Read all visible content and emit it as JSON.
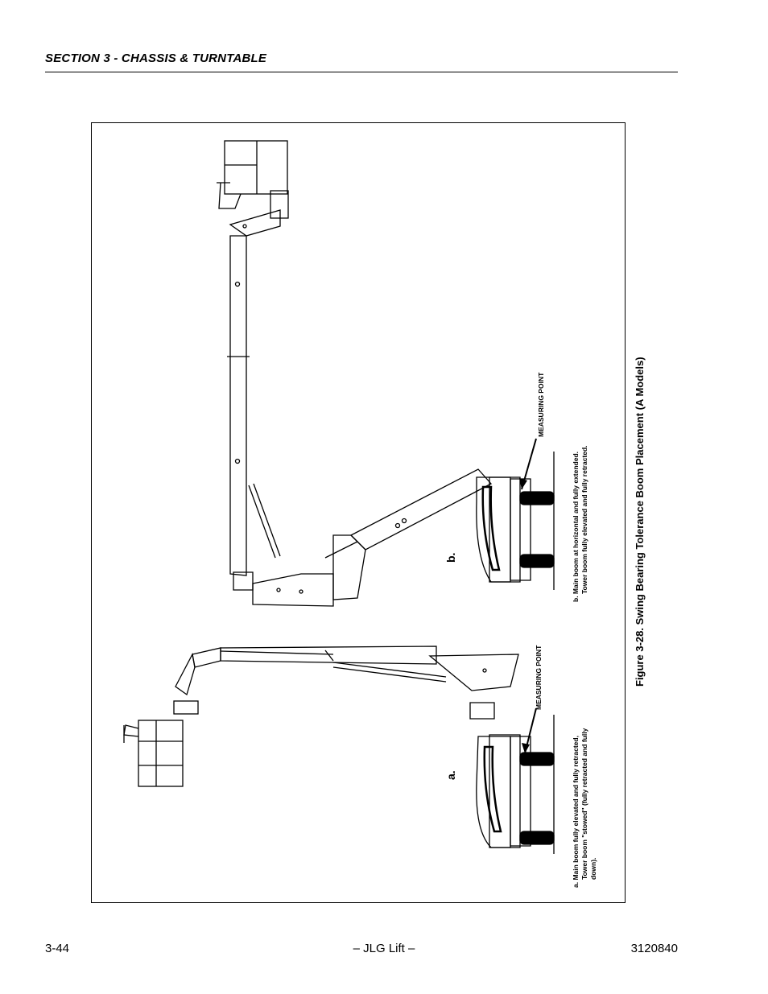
{
  "header": {
    "section_title": "SECTION 3 - CHASSIS & TURNTABLE"
  },
  "figure": {
    "caption": "Figure 3-28.  Swing Bearing Tolerance Boom Placement (A Models)",
    "view_a": {
      "letter": "a.",
      "measuring_point": "MEASURING POINT",
      "note_line1": "a. Main boom fully elevated and fully retracted,",
      "note_line2": "Tower boom \"stowed\" (fully retracted and fully",
      "note_line3": "down)."
    },
    "view_b": {
      "letter": "b.",
      "measuring_point": "MEASURING POINT",
      "note_line1": "b. Main boom at horizontal and fully extended.",
      "note_line2": "Tower boom fully elevated and fully retracted."
    }
  },
  "footer": {
    "page_number": "3-44",
    "center": "– JLG Lift –",
    "doc_number": "3120840"
  }
}
